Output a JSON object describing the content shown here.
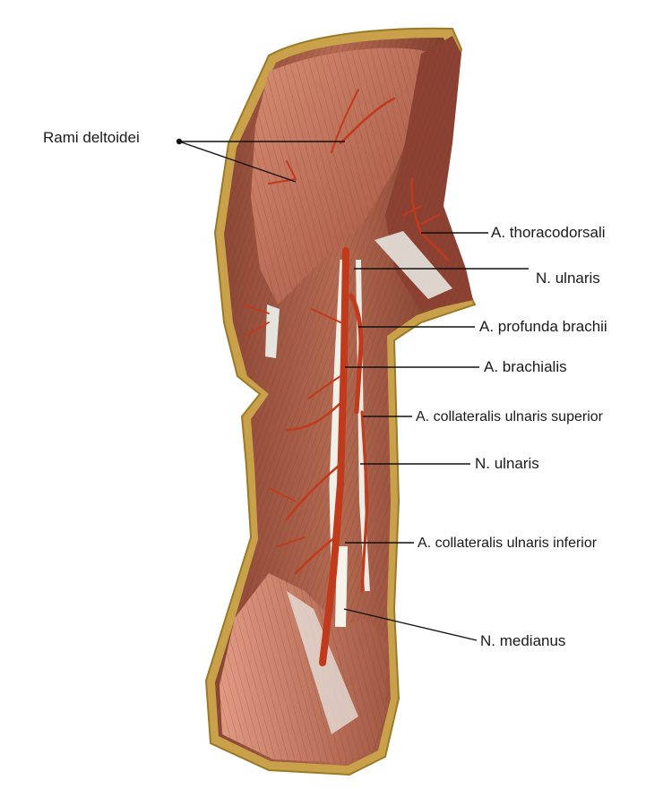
{
  "diagram": {
    "labels": {
      "rami_deltoidei": "Rami deltoidei",
      "a_thoracodorsalis": "A.  thoracodorsali",
      "n_ulnaris_upper": "N. ulnaris",
      "a_profunda_brachii": "A. profunda brachii",
      "a_brachialis": "A. brachialis",
      "a_collateralis_ulnaris_superior": "A. collateralis ulnaris superior",
      "n_ulnaris_lower": "N. ulnaris",
      "a_collateralis_ulnaris_inferior": "A. collateralis ulnaris inferior",
      "n_medianus": "N. medianus"
    },
    "colors": {
      "muscle_dark": "#7a3a2a",
      "muscle_mid": "#a85a45",
      "muscle_light": "#d9917a",
      "fascia_border": "#b89a3a",
      "artery": "#c83a1e",
      "nerve": "#eeeeea",
      "leader_line": "#111111"
    }
  }
}
